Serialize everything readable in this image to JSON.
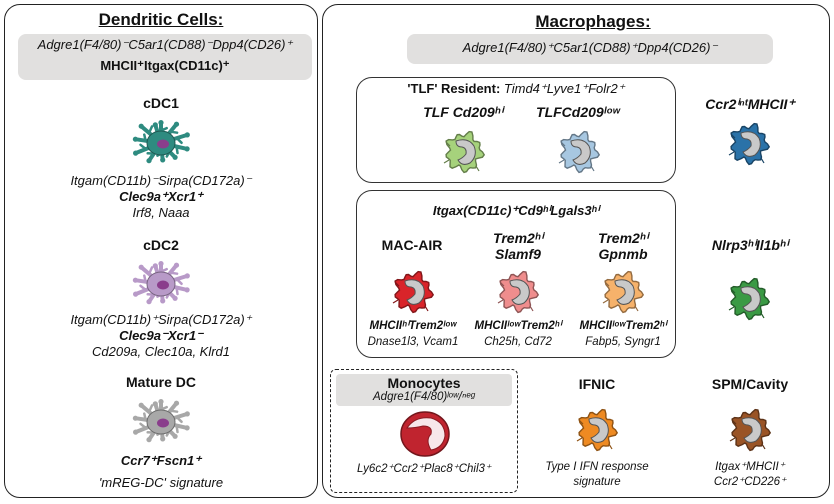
{
  "dc": {
    "title": "Dendritic Cells:",
    "marker_line1": "Adgre1(F4/80)⁻C5ar1(CD88)⁻Dpp4(CD26)⁺",
    "marker_line2": "MHCII⁺Itgax(CD11c)⁺",
    "cdc1": {
      "name": "cDC1",
      "line1": "Itgam(CD11b)⁻Sirpa(CD172a)⁻",
      "line2": "Clec9a⁺Xcr1⁺",
      "line3": "Irf8, Naaa"
    },
    "cdc2": {
      "name": "cDC2",
      "line1": "Itgam(CD11b)⁺Sirpa(CD172a)⁺",
      "line2": "Clec9a⁻Xcr1⁻",
      "line3": "Cd209a, Clec10a, Klrd1"
    },
    "mature": {
      "name": "Mature DC",
      "line1": "Ccr7⁺Fscn1⁺",
      "line2": "'mREG-DC' signature"
    }
  },
  "mac": {
    "title": "Macrophages:",
    "marker": "Adgre1(F4/80)⁺C5ar1(CD88)⁺Dpp4(CD26)⁻",
    "tlf": {
      "title": "'TLF' Resident: ",
      "markers": "Timd4⁺Lyve1⁺Folr2⁺",
      "hi": "TLF Cd209ʰⁱ",
      "low": "TLFCd209ˡᵒʷ"
    },
    "ccr2": "Ccr2ⁱⁿᵗMHCII⁺",
    "itgax": {
      "title": "Itgax(CD11c)⁺Cd9ʰⁱLgals3ʰⁱ",
      "macair": {
        "name": "MAC-AIR",
        "line1": "MHCIIʰⁱTrem2ˡᵒʷ",
        "line2": "Dnase1l3, Vcam1"
      },
      "slamf9": {
        "name1": "Trem2ʰⁱ",
        "name2": "Slamf9",
        "line1": "MHCIIˡᵒʷTrem2ʰⁱ",
        "line2": "Ch25h, Cd72"
      },
      "gpnmb": {
        "name1": "Trem2ʰⁱ",
        "name2": "Gpnmb",
        "line1": "MHCIIˡᵒʷTrem2ʰⁱ",
        "line2": "Fabp5, Syngr1"
      }
    },
    "nlrp3": "Nlrp3ʰⁱIl1bʰⁱ",
    "monocytes": {
      "name": "Monocytes",
      "marker": "Adgre1(F4/80)ˡᵒʷ/ⁿᵉᵍ",
      "line1": "Ly6c2⁺Ccr2⁺Plac8⁺Chil3⁺"
    },
    "ifnic": {
      "name": "IFNIC",
      "line1": "Type I IFN response",
      "line2": "signature"
    },
    "spm": {
      "name": "SPM/Cavity",
      "line1": "Itgax⁺MHCII⁺",
      "line2": "Ccr2⁺CD226⁺"
    }
  },
  "colors": {
    "cdc1": "#2e8b80",
    "cdc2": "#b89ac8",
    "mature": "#a8a8a8",
    "tlf_hi": "#a6d27c",
    "tlf_low": "#a7c7e1",
    "ccr2": "#2a72a8",
    "macair": "#d9242a",
    "slamf9": "#ef8d8d",
    "gpnmb": "#f6b26b",
    "nlrp3": "#3a9a44",
    "monocyte": "#c0242f",
    "ifnic": "#ee8a22",
    "spm": "#9a5426"
  }
}
